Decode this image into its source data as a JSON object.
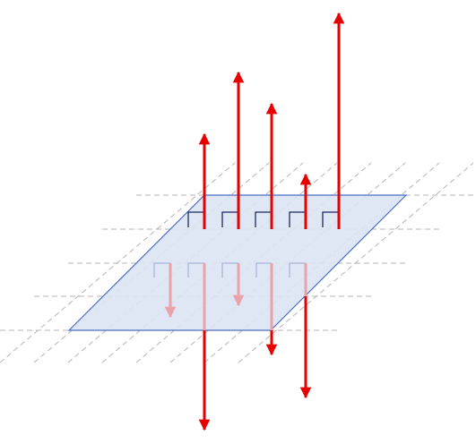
{
  "diagram": {
    "colors": {
      "background": "#ffffff",
      "plane_fill": "#dce4f3",
      "plane_stroke": "#4a6fbf",
      "grid_line": "#b4b4b4",
      "arrow_solid": "#e60000",
      "arrow_faded": "#eaa3aa",
      "right_angle_front": "#1b2a5c",
      "right_angle_back": "#aab6d6"
    },
    "elements": {
      "plane": "parallelogram-plane",
      "grid": "dashed-perspective-grid",
      "up_arrows": 5,
      "down_arrows": 5
    }
  }
}
